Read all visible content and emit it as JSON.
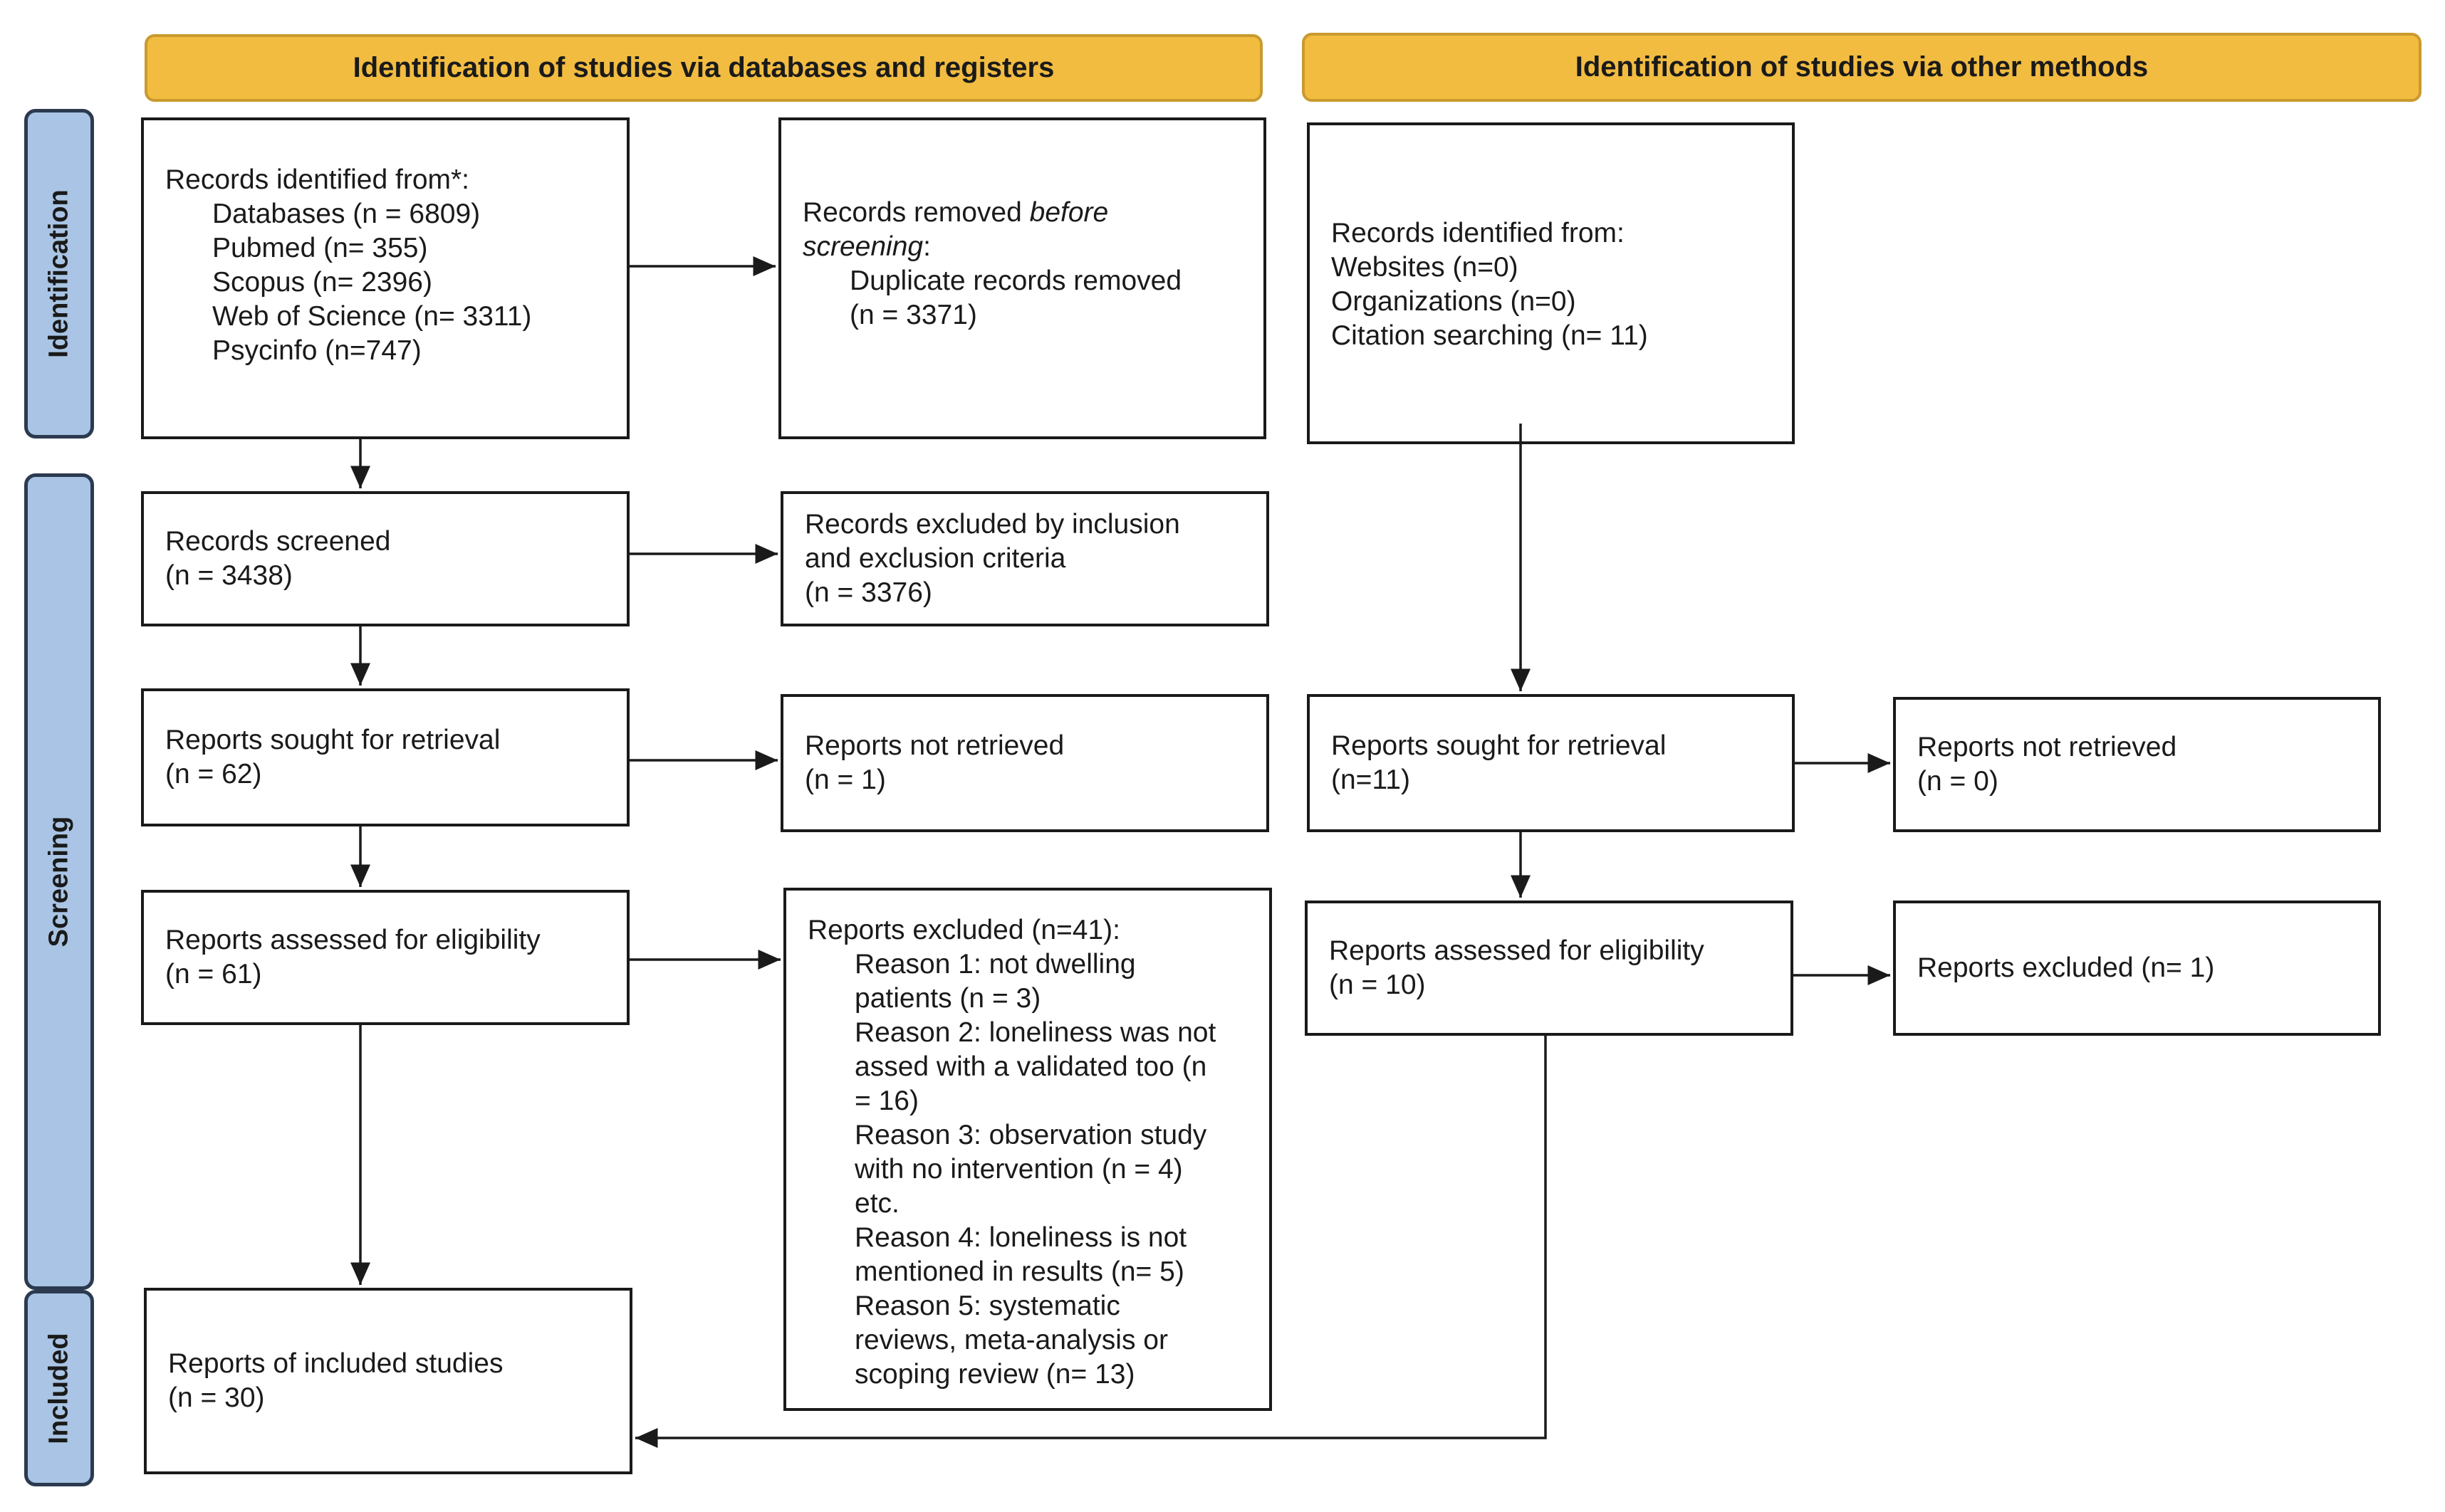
{
  "headers": {
    "left": "Identification of studies via databases and registers",
    "right": "Identification of studies via other methods"
  },
  "phases": {
    "identification": "Identification",
    "screening": "Screening",
    "included": "Included"
  },
  "boxes": {
    "db_identified": {
      "title": "Records identified from*:",
      "items": [
        "Databases (n = 6809)",
        "Pubmed (n= 355)",
        "Scopus (n= 2396)",
        "Web of Science (n= 3311)",
        "Psycinfo (n=747)"
      ]
    },
    "removed": {
      "line1_prefix": "Records removed ",
      "line1_italic": "before",
      "line2_italic": "screening",
      "line2_suffix": ":",
      "line3": "Duplicate records removed",
      "line4": "(n = 3371)"
    },
    "other_identified": {
      "title": "Records identified from:",
      "items": [
        "Websites (n=0)",
        "Organizations (n=0)",
        "Citation searching (n= 11)"
      ]
    },
    "screened": {
      "line1": "Records screened",
      "line2": "(n = 3438)"
    },
    "excluded_criteria": {
      "line1": "Records excluded by inclusion",
      "line2": "and exclusion criteria",
      "line3": "(n = 3376)"
    },
    "sought_db": {
      "line1": "Reports sought for retrieval",
      "line2": "(n = 62)"
    },
    "not_retrieved_db": {
      "line1": "Reports not retrieved",
      "line2": "(n = 1)"
    },
    "sought_other": {
      "line1": "Reports sought for retrieval",
      "line2": "(n=11)"
    },
    "not_retrieved_other": {
      "line1": "Reports not retrieved",
      "line2": "(n = 0)"
    },
    "assessed_db": {
      "line1": "Reports assessed for eligibility",
      "line2": "(n = 61)"
    },
    "excluded_reasons": {
      "title": "Reports excluded (n=41):",
      "lines": [
        "Reason 1: not dwelling",
        "patients (n = 3)",
        "Reason 2: loneliness was not",
        "assed with a validated too (n",
        "= 16)",
        "Reason 3: observation study",
        "with no intervention (n = 4)",
        "etc.",
        "Reason 4: loneliness is not",
        "mentioned in results (n= 5)",
        "Reason 5: systematic",
        "reviews, meta-analysis or",
        "scoping review (n= 13)"
      ]
    },
    "assessed_other": {
      "line1": "Reports assessed for eligibility",
      "line2": "(n = 10)"
    },
    "excluded_other": {
      "line1": "Reports excluded (n= 1)"
    },
    "included": {
      "line1": "Reports of included studies",
      "line2": "(n = 30)"
    }
  },
  "colors": {
    "header_fill": "#f2bc41",
    "phase_fill": "#a9c4e4",
    "line": "#1a1a1a"
  }
}
